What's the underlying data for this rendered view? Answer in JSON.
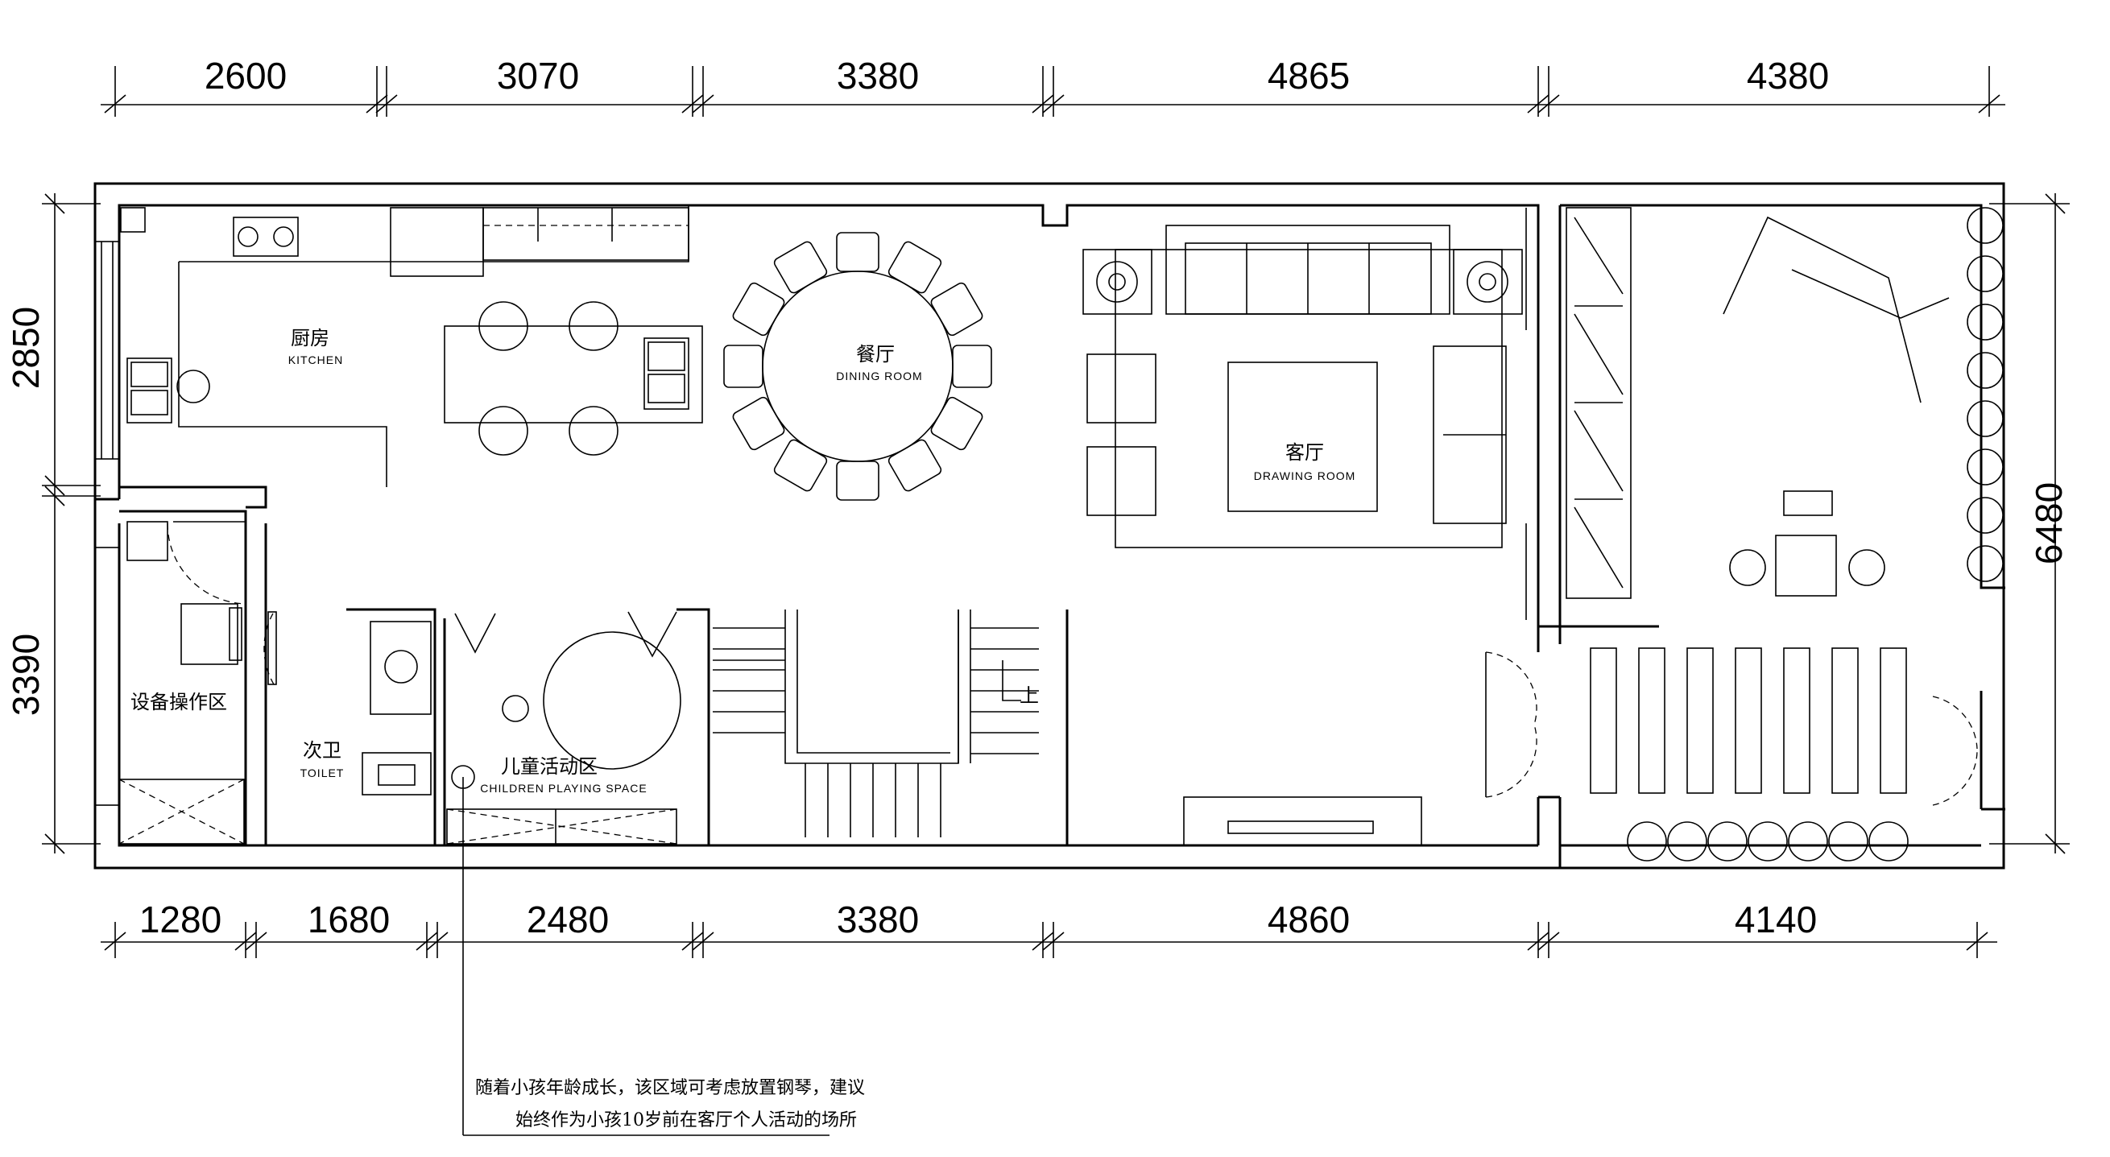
{
  "dimensions": {
    "top": [
      "2600",
      "3070",
      "3380",
      "4865",
      "4380"
    ],
    "bottom": [
      "1280",
      "1680",
      "2480",
      "3380",
      "4860",
      "4140"
    ],
    "left": [
      "2850",
      "3390"
    ],
    "right": [
      "6480"
    ]
  },
  "rooms": {
    "kitchen": {
      "cn": "厨房",
      "en": "KITCHEN"
    },
    "dining": {
      "cn": "餐厅",
      "en": "DINING ROOM"
    },
    "drawing": {
      "cn": "客厅",
      "en": "DRAWING ROOM"
    },
    "equipment": {
      "cn": "设备操作区"
    },
    "toilet": {
      "cn": "次卫",
      "en": "TOILET"
    },
    "children": {
      "cn": "儿童活动区",
      "en": "CHILDREN PLAYING SPACE"
    },
    "stair_up": {
      "cn": "上"
    }
  },
  "note": {
    "line1": "随着小孩年龄成长，该区域可考虑放置钢琴，建议",
    "line2": "始终作为小孩10岁前在客厅个人活动的场所"
  }
}
